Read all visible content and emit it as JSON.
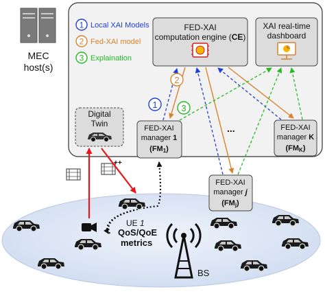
{
  "mec_host": {
    "label_line1": "MEC",
    "label_line2": "host(s)"
  },
  "legend": {
    "items": [
      {
        "number": "1",
        "label": "Local XAI Models",
        "color": "#1f3fd6"
      },
      {
        "number": "2",
        "label": "Fed-XAI model",
        "color": "#d9822b"
      },
      {
        "number": "3",
        "label": "Explaination",
        "color": "#22bb22"
      }
    ]
  },
  "computation_engine": {
    "line1": "FED-XAI",
    "line2": "computation engine (",
    "abbr": "CE",
    "line2_end": ")"
  },
  "dashboard": {
    "line1": "XAI real-time",
    "line2": "dashboard"
  },
  "digital_twin": {
    "line1": "Digital",
    "line2": "Twin"
  },
  "manager_1": {
    "line1": "FED-XAI",
    "line2": "manager ",
    "index": "1",
    "abbr": "(FM",
    "sub": "1",
    "close": ")"
  },
  "manager_k": {
    "line1": "FED-XAI",
    "line2": "manager ",
    "index": "K",
    "abbr": "(FM",
    "sub": "K",
    "close": ")"
  },
  "manager_j": {
    "line1": "FED-XAI",
    "line2": "manager ",
    "index": "j",
    "abbr": "(FM",
    "sub": "j",
    "close": ")"
  },
  "ellipsis": "...",
  "ue": {
    "line1": "UE ",
    "index": "1",
    "line2": "QoS/QoE",
    "line3": "metrics"
  },
  "plus_marks": "++",
  "bs": {
    "label": "BS"
  },
  "colors": {
    "blue": "#1f3fd6",
    "orange": "#d9822b",
    "green": "#22bb22",
    "red": "#e8161b",
    "panel_bg": "#f2f2f2",
    "box_bg": "#dcdcdc",
    "road": "#dfe8f5"
  }
}
